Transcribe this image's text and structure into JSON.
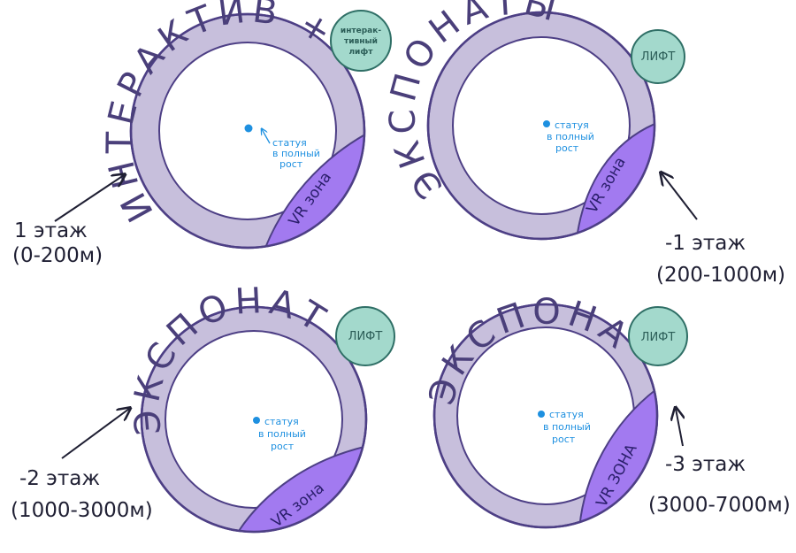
{
  "floors": [
    {
      "ring_label": "ИНТЕРАКТИВ + ЭКСПОНАТЫ",
      "lift_label_lines": [
        "интерак-",
        "тивный",
        "лифт"
      ],
      "vr_label": "VR зона",
      "statue_lines": [
        "статуя",
        "в полный",
        "рост"
      ],
      "floor_title": "1 этаж",
      "floor_range": "(0-200м)"
    },
    {
      "ring_label": "ЭКСПОНАТЫ",
      "lift_label": "ЛИФТ",
      "vr_label": "VR зона",
      "statue_lines": [
        "статуя",
        "в полный",
        "рост"
      ],
      "floor_title": "-1 этаж",
      "floor_range": "(200-1000м)"
    },
    {
      "ring_label": "ЭКСПОНАТЫ",
      "lift_label": "ЛИФТ",
      "vr_label": "VR зона",
      "statue_lines": [
        "статуя",
        "в полный",
        "рост"
      ],
      "floor_title": "-2 этаж",
      "floor_range": "(1000-3000м)"
    },
    {
      "ring_label": "ЭКСПОНАТЫ",
      "lift_label": "ЛИФТ",
      "vr_label": "VR ЗОНА",
      "statue_lines": [
        "статуя",
        "в полный",
        "рост"
      ],
      "floor_title": "-3 этаж",
      "floor_range": "(3000-7000м)"
    }
  ],
  "colors": {
    "ring": "#c7bfdc",
    "ring_stroke": "#4d3f85",
    "vr_zone": "#a27af0",
    "lift": "#a3d9cc",
    "lift_stroke": "#2f6f66",
    "statue_dot": "#1e90e0",
    "arrow": "#1f1f33"
  }
}
